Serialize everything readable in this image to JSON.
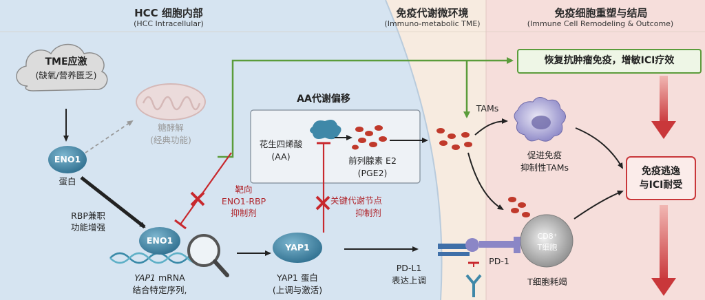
{
  "sections": {
    "hcc": {
      "title": "HCC 细胞内部",
      "subtitle": "(HCC Intracellular)"
    },
    "tme": {
      "title": "免疫代谢微环境",
      "subtitle": "(Immuno-metabolic TME)"
    },
    "outcome": {
      "title": "免疫细胞重塑与结局",
      "subtitle": "(Immune Cell Remodeling & Outcome)"
    }
  },
  "nodes": {
    "tme_stimulus_title": "TME应激",
    "tme_stimulus_sub": "(缺氧/营养匮乏)",
    "glycolysis_line1": "糖酵解",
    "glycolysis_line2": "(经典功能)",
    "eno1_cytoplasm": "ENO1",
    "eno1_protein_label": "蛋白",
    "rbp_line1": "RBP兼职",
    "rbp_line2": "功能增强",
    "eno1_bound": "ENO1",
    "yap1_mrna_gene": "YAP1",
    "yap1_mrna_suffix": " mRNA",
    "yap1_mrna_line2": "结合特定序列,",
    "inhibitor1_line1": "靶向",
    "inhibitor1_line2": "ENO1-RBP",
    "inhibitor1_line3": "抑制剂",
    "aa_box_title": "AA代谢偏移",
    "aa_line1": "花生四烯酸",
    "aa_line2": "(AA)",
    "pge2_line1": "前列腺素 E2",
    "pge2_line2": "(PGE2)",
    "inhibitor2_line1": "关键代谢节点",
    "inhibitor2_line2": "抑制剂",
    "yap1_node": "YAP1",
    "yap1_protein_line1": "YAP1 蛋白",
    "yap1_protein_line2": "(上调与激活)",
    "pdl1_line1": "PD-L1",
    "pdl1_line2": "表达上调",
    "pd1": "PD-1",
    "tams": "TAMs",
    "tams_out_line1": "促进免疫",
    "tams_out_line2": "抑制性TAMs",
    "cd8_line1": "CD8⁺",
    "cd8_line2": "T细胞",
    "t_exhaust": "T细胞耗竭",
    "restore_box": "恢复抗肿瘤免疫，增敏ICI疗效",
    "escape_line1": "免疫逃逸",
    "escape_line2": "与ICI耐受"
  },
  "colors": {
    "hcc_bg": "#d6e4f1",
    "tme_bg": "#f7ebe0",
    "outcome_bg": "#f6dedb",
    "green": "#5b9c3b",
    "inhibit_red": "#c8282d",
    "cell_purple": "#8b86c6",
    "eno1_blue": "#3f7f9f",
    "pge2_red": "#c0392b",
    "big_arrow_red": "#c9373a"
  },
  "icons": [
    "cloud-icon",
    "mitochondrion-icon",
    "magnifier-icon",
    "dna-icon",
    "aa-molecule-icon",
    "pge2-dots-icon",
    "tam-cell-icon",
    "t-cell-icon",
    "pd1-receptor-icon",
    "inhibit-cross-icon"
  ]
}
